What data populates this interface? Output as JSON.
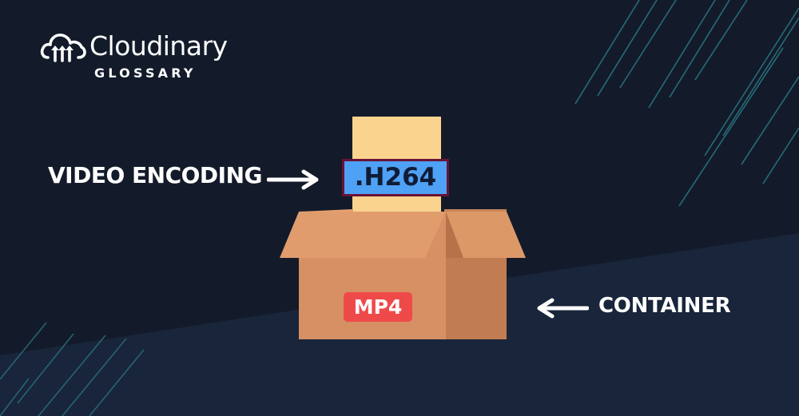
{
  "brand": {
    "name": "Cloudinary",
    "subtitle": "GLOSSARY"
  },
  "diagram": {
    "codec_label": "VIDEO ENCODING",
    "codec_value": ".H264",
    "container_label": "CONTAINER",
    "container_value": "MP4"
  },
  "colors": {
    "background": "#131b2a",
    "background_lower": "#19253a",
    "codec_fill": "#4ea1f5",
    "codec_border": "#6a1236",
    "paper": "#fad38f",
    "box_front": "#d69064",
    "box_side": "#bf7b52",
    "badge": "#ef4a4a",
    "stripe": "#2a7a86"
  },
  "icons": {
    "logo": "cloud-icon",
    "codec_arrow": "arrow-right-icon",
    "container_arrow": "arrow-left-icon"
  }
}
